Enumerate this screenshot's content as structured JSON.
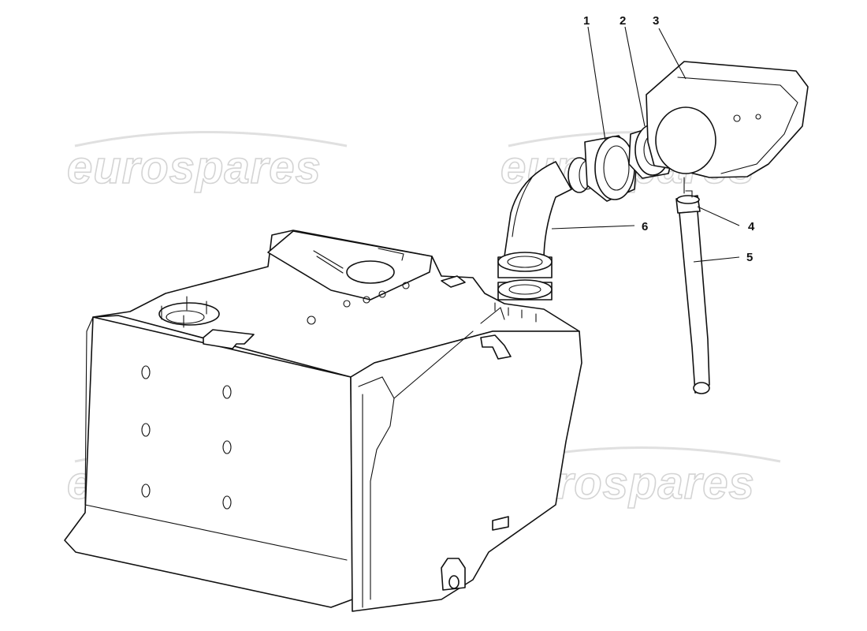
{
  "watermark": {
    "text": "eurospares",
    "color": "#d4d4d4"
  },
  "callouts": [
    {
      "id": "1",
      "label": "1"
    },
    {
      "id": "2",
      "label": "2"
    },
    {
      "id": "3",
      "label": "3"
    },
    {
      "id": "4",
      "label": "4"
    },
    {
      "id": "5",
      "label": "5"
    },
    {
      "id": "6",
      "label": "6"
    }
  ],
  "colors": {
    "line": "#111111",
    "background": "#ffffff"
  }
}
